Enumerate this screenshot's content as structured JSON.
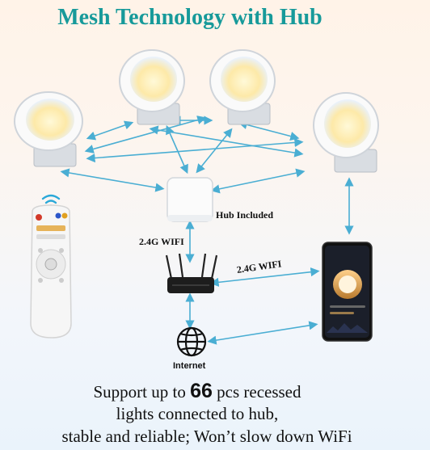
{
  "title": "Mesh Technology with Hub",
  "labels": {
    "hub": "Hub Included",
    "wifi_router": "2.4G WIFI",
    "wifi_phone": "2.4G WIFI",
    "internet": "Internet"
  },
  "bottom": {
    "line1_prefix": "Support up to ",
    "line1_number": "66",
    "line1_suffix": " pcs recessed",
    "line2": "lights connected to hub,",
    "line3": "stable and reliable; Won’t slow down WiFi"
  },
  "icons": [
    "recessed-light-icon",
    "hub-icon",
    "router-icon",
    "globe-icon",
    "remote-icon",
    "smartphone-icon",
    "wifi-icon"
  ],
  "colors": {
    "title": "#179a9a",
    "arrow": "#4aaed3"
  }
}
